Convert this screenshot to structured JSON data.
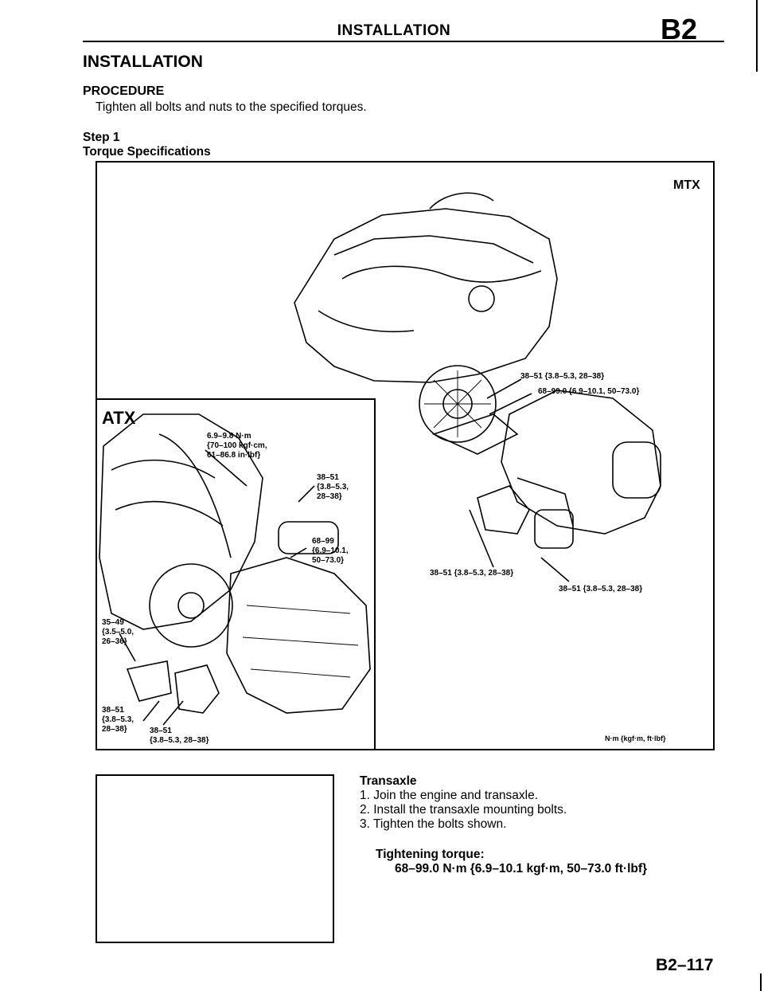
{
  "header": {
    "title": "INSTALLATION",
    "code": "B2"
  },
  "section": {
    "heading": "INSTALLATION",
    "subheading": "PROCEDURE",
    "intro": "Tighten all bolts and nuts to the specified torques.",
    "step": "Step 1",
    "step_title": "Torque Specifications"
  },
  "figure1": {
    "mtx_label": "MTX",
    "atx_label": "ATX",
    "units_note": "N·m {kgf·m, ft·lbf}",
    "mtx_callouts": [
      "38–51 {3.8–5.3, 28–38}",
      "68–99.0 {6.9–10.1, 50–73.0}",
      "38–51 {3.8–5.3, 28–38}",
      "38–51 {3.8–5.3, 28–38}"
    ],
    "atx_callouts": [
      "6.9–9.8 N·m\n{70–100 kgf·cm,\n61–86.8 in·lbf}",
      "38–51\n{3.8–5.3,\n28–38}",
      "68–99\n{6.9–10.1,\n50–73.0}",
      "35–49\n{3.5–5.0,\n26–36}",
      "38–51\n{3.8–5.3,\n28–38}",
      "38–51\n{3.8–5.3, 28–38}"
    ]
  },
  "transaxle": {
    "title": "Transaxle",
    "steps": [
      "1. Join the engine and transaxle.",
      "2. Install the transaxle mounting bolts.",
      "3. Tighten the bolts shown."
    ],
    "torque_label": "Tightening torque:",
    "torque_value": "68–99.0 N·m {6.9–10.1 kgf·m, 50–73.0 ft·lbf}"
  },
  "page_number": "B2–117"
}
